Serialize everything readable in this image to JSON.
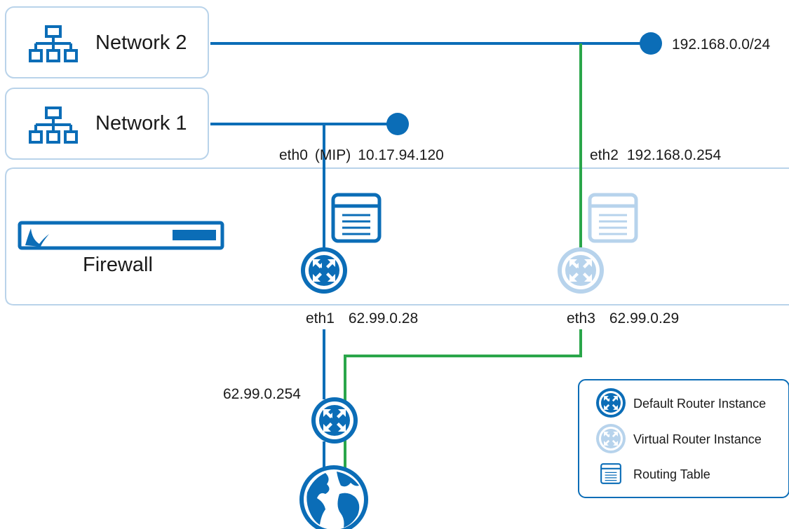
{
  "networks": {
    "network2": {
      "label": "Network 2",
      "subnet": "192.168.0.0/24"
    },
    "network1": {
      "label": "Network 1"
    }
  },
  "firewall": {
    "label": "Firewall"
  },
  "interfaces": {
    "eth0": {
      "name": "eth0",
      "mip": "(MIP)",
      "ip": "10.17.94.120"
    },
    "eth2": {
      "name": "eth2",
      "ip": "192.168.0.254"
    },
    "eth1": {
      "name": "eth1",
      "ip": "62.99.0.28"
    },
    "eth3": {
      "name": "eth3",
      "ip": "62.99.0.29"
    }
  },
  "upstream_router": {
    "ip": "62.99.0.254"
  },
  "legend": {
    "default_router": "Default Router Instance",
    "virtual_router": "Virtual Router Instance",
    "routing_table": "Routing Table"
  },
  "colors": {
    "default_blue": "#0b6db7",
    "virtual_light_blue": "#b7d3ec",
    "green_link": "#2aa64a",
    "box_border": "#b9d3ea"
  },
  "icons": [
    "network-icon",
    "router-icon",
    "routing-table-icon",
    "firewall-appliance-icon",
    "globe-icon"
  ]
}
